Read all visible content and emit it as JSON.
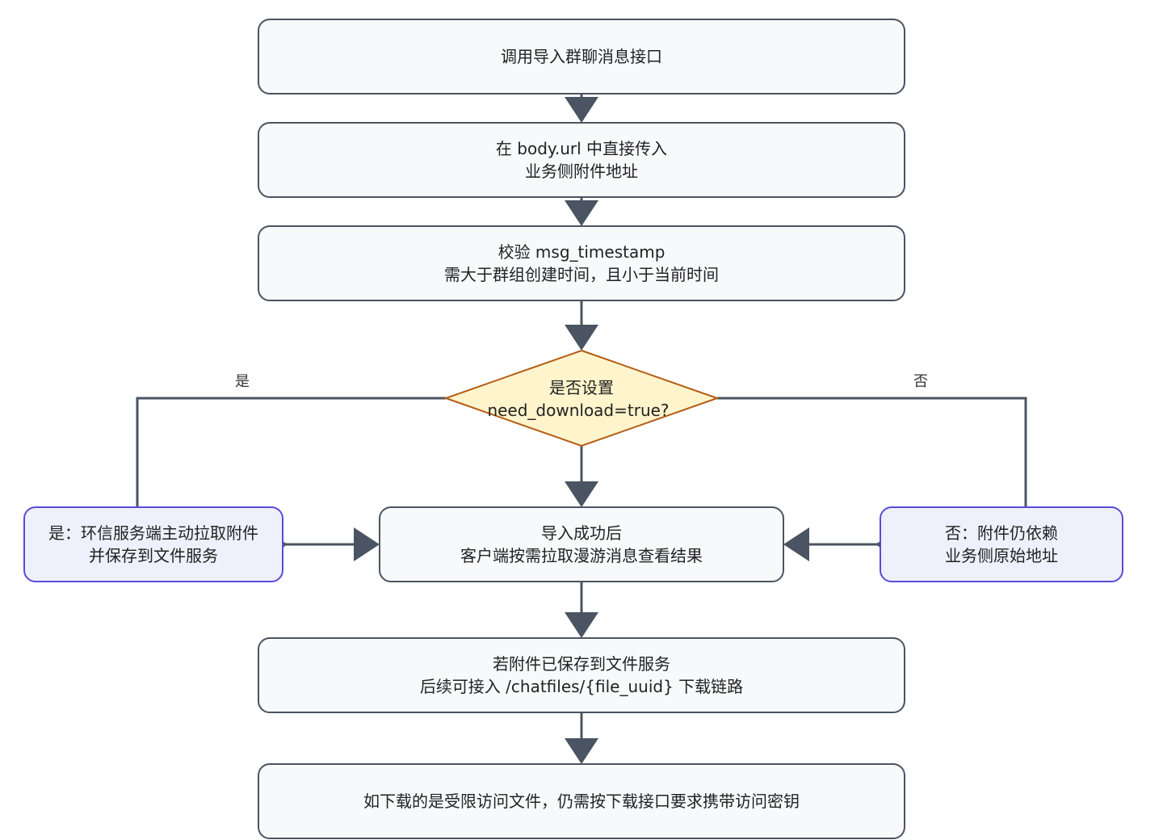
{
  "colors": {
    "node_fill": "#f8f9fb",
    "node_stroke": "#4a5462",
    "decision_fill": "#fff4cc",
    "decision_stroke": "#b35c14",
    "side_fill": "#eef0fb",
    "side_stroke": "#5b4bd6",
    "edge": "#4a5462"
  },
  "nodes": {
    "call_api": {
      "line1": "调用导入群聊消息接口"
    },
    "pass_url": {
      "line1": "在 body.url 中直接传入",
      "line2": "业务侧附件地址"
    },
    "check_ts": {
      "line1": "校验 msg_timestamp",
      "line2": "需大于群组创建时间，且小于当前时间"
    },
    "decision": {
      "line1": "是否设置",
      "line2": "need_download=true?"
    },
    "yes_node": {
      "line1": "是：环信服务端主动拉取附件",
      "line2": "并保存到文件服务"
    },
    "after_import": {
      "line1": "导入成功后",
      "line2": "客户端按需拉取漫游消息查看结果"
    },
    "no_node": {
      "line1": "否：附件仍依赖",
      "line2": "业务侧原始地址"
    },
    "saved_file": {
      "line1": "若附件已保存到文件服务",
      "line2": "后续可接入 /chatfiles/{file_uuid} 下载链路"
    },
    "restricted": {
      "line1": "如下载的是受限访问文件，仍需按下载接口要求携带访问密钥"
    }
  },
  "edges": {
    "yes_label": "是",
    "no_label": "否"
  }
}
